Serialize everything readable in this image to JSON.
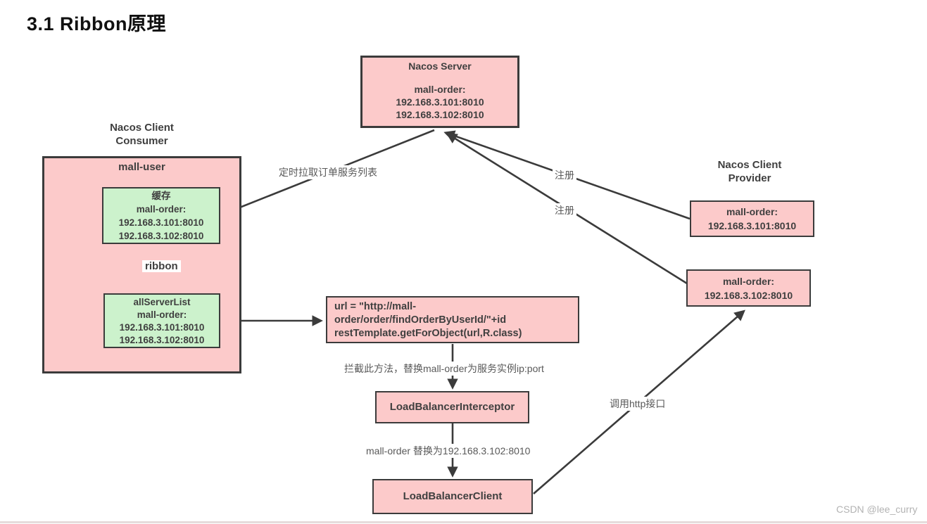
{
  "page": {
    "title": "3.1 Ribbon原理",
    "watermark": "CSDN @lee_curry"
  },
  "colors": {
    "box_pink": "#fccaca",
    "box_green": "#ccf2cc",
    "border": "#3b3b3b",
    "box_text": "#3f3f3f",
    "label_gray": "#595959"
  },
  "diagram": {
    "nacos_server": {
      "title": "Nacos Server",
      "lines": [
        "mall-order:",
        "192.168.3.101:8010",
        "192.168.3.102:8010"
      ]
    },
    "consumer": {
      "heading_lines": [
        "Nacos Client",
        "Consumer"
      ],
      "container_title": "mall-user",
      "cache_box": {
        "lines": [
          "缓存",
          "mall-order:",
          "192.168.3.101:8010",
          "192.168.3.102:8010"
        ]
      },
      "ribbon_label": "ribbon",
      "all_server_list_box": {
        "lines": [
          "allServerList",
          "mall-order:",
          "192.168.3.101:8010",
          "192.168.3.102:8010"
        ]
      }
    },
    "provider": {
      "heading_lines": [
        "Nacos Client",
        "Provider"
      ],
      "instance_101": {
        "lines": [
          "mall-order:",
          "192.168.3.101:8010"
        ]
      },
      "instance_102": {
        "lines": [
          "mall-order:",
          "192.168.3.102:8010"
        ]
      }
    },
    "url_box": {
      "lines": [
        "url = \"http://mall-",
        "order/order/findOrderByUserId/\"+id",
        "restTemplate.getForObject(url,R.class)"
      ]
    },
    "interceptor_box_label": "LoadBalancerInterceptor",
    "client_box_label": "LoadBalancerClient",
    "edge_labels": {
      "pull": "定时拉取订单服务列表",
      "register_1": "注册",
      "register_2": "注册",
      "intercept": "拦截此方法，替换mall-order为服务实例ip:port",
      "replace": "mall-order 替换为192.168.3.102:8010",
      "http_call": "调用http接口"
    }
  }
}
